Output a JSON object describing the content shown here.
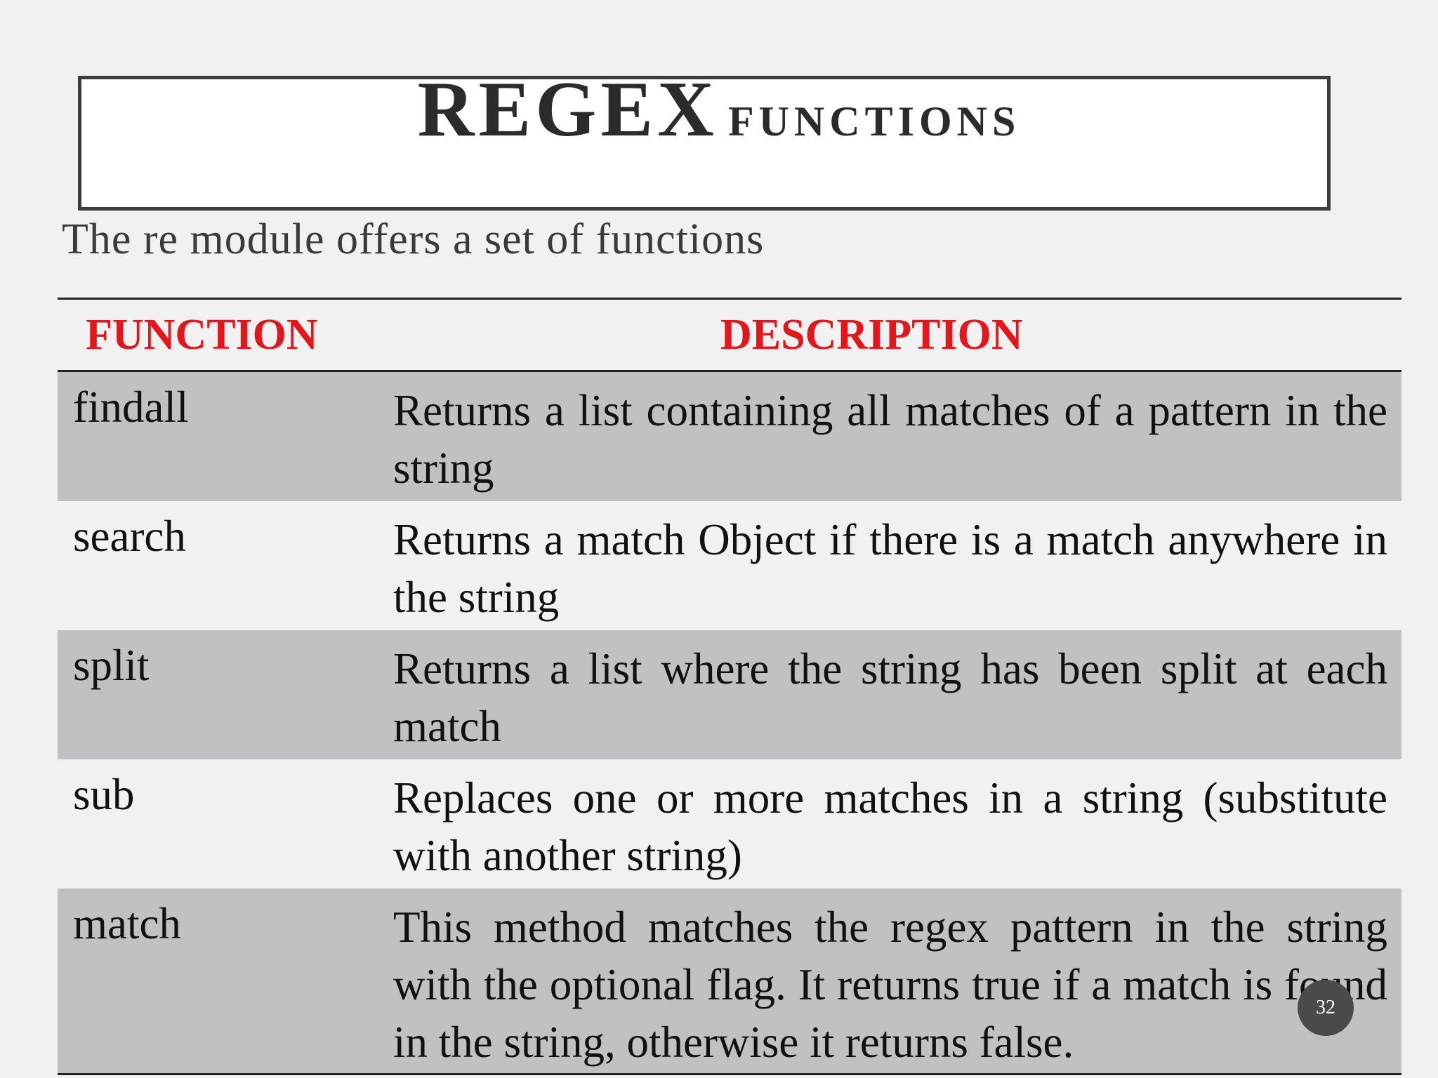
{
  "title": {
    "main": "REGEX",
    "sub": "FUNCTIONS"
  },
  "subtitle": "The re module offers a set of  functions",
  "table": {
    "headers": [
      "FUNCTION",
      "DESCRIPTION"
    ],
    "rows": [
      {
        "function": "findall",
        "description": "Returns a list containing all matches of a pattern in the string"
      },
      {
        "function": "search",
        "description": "Returns a match Object if there is a match anywhere in the string"
      },
      {
        "function": "split",
        "description": "Returns a list where the string has been split at each match"
      },
      {
        "function": "sub",
        "description": "Replaces one or more matches in a string (substitute with another string)"
      },
      {
        "function": "match",
        "description": "This method matches the regex pattern in the string with the optional flag. It returns true if a match is found in the string, otherwise it returns false."
      }
    ]
  },
  "page_number": "32",
  "colors": {
    "header_text": "#e3161b",
    "shaded_row": "#c1c0c2",
    "background": "#f1f1f2"
  }
}
